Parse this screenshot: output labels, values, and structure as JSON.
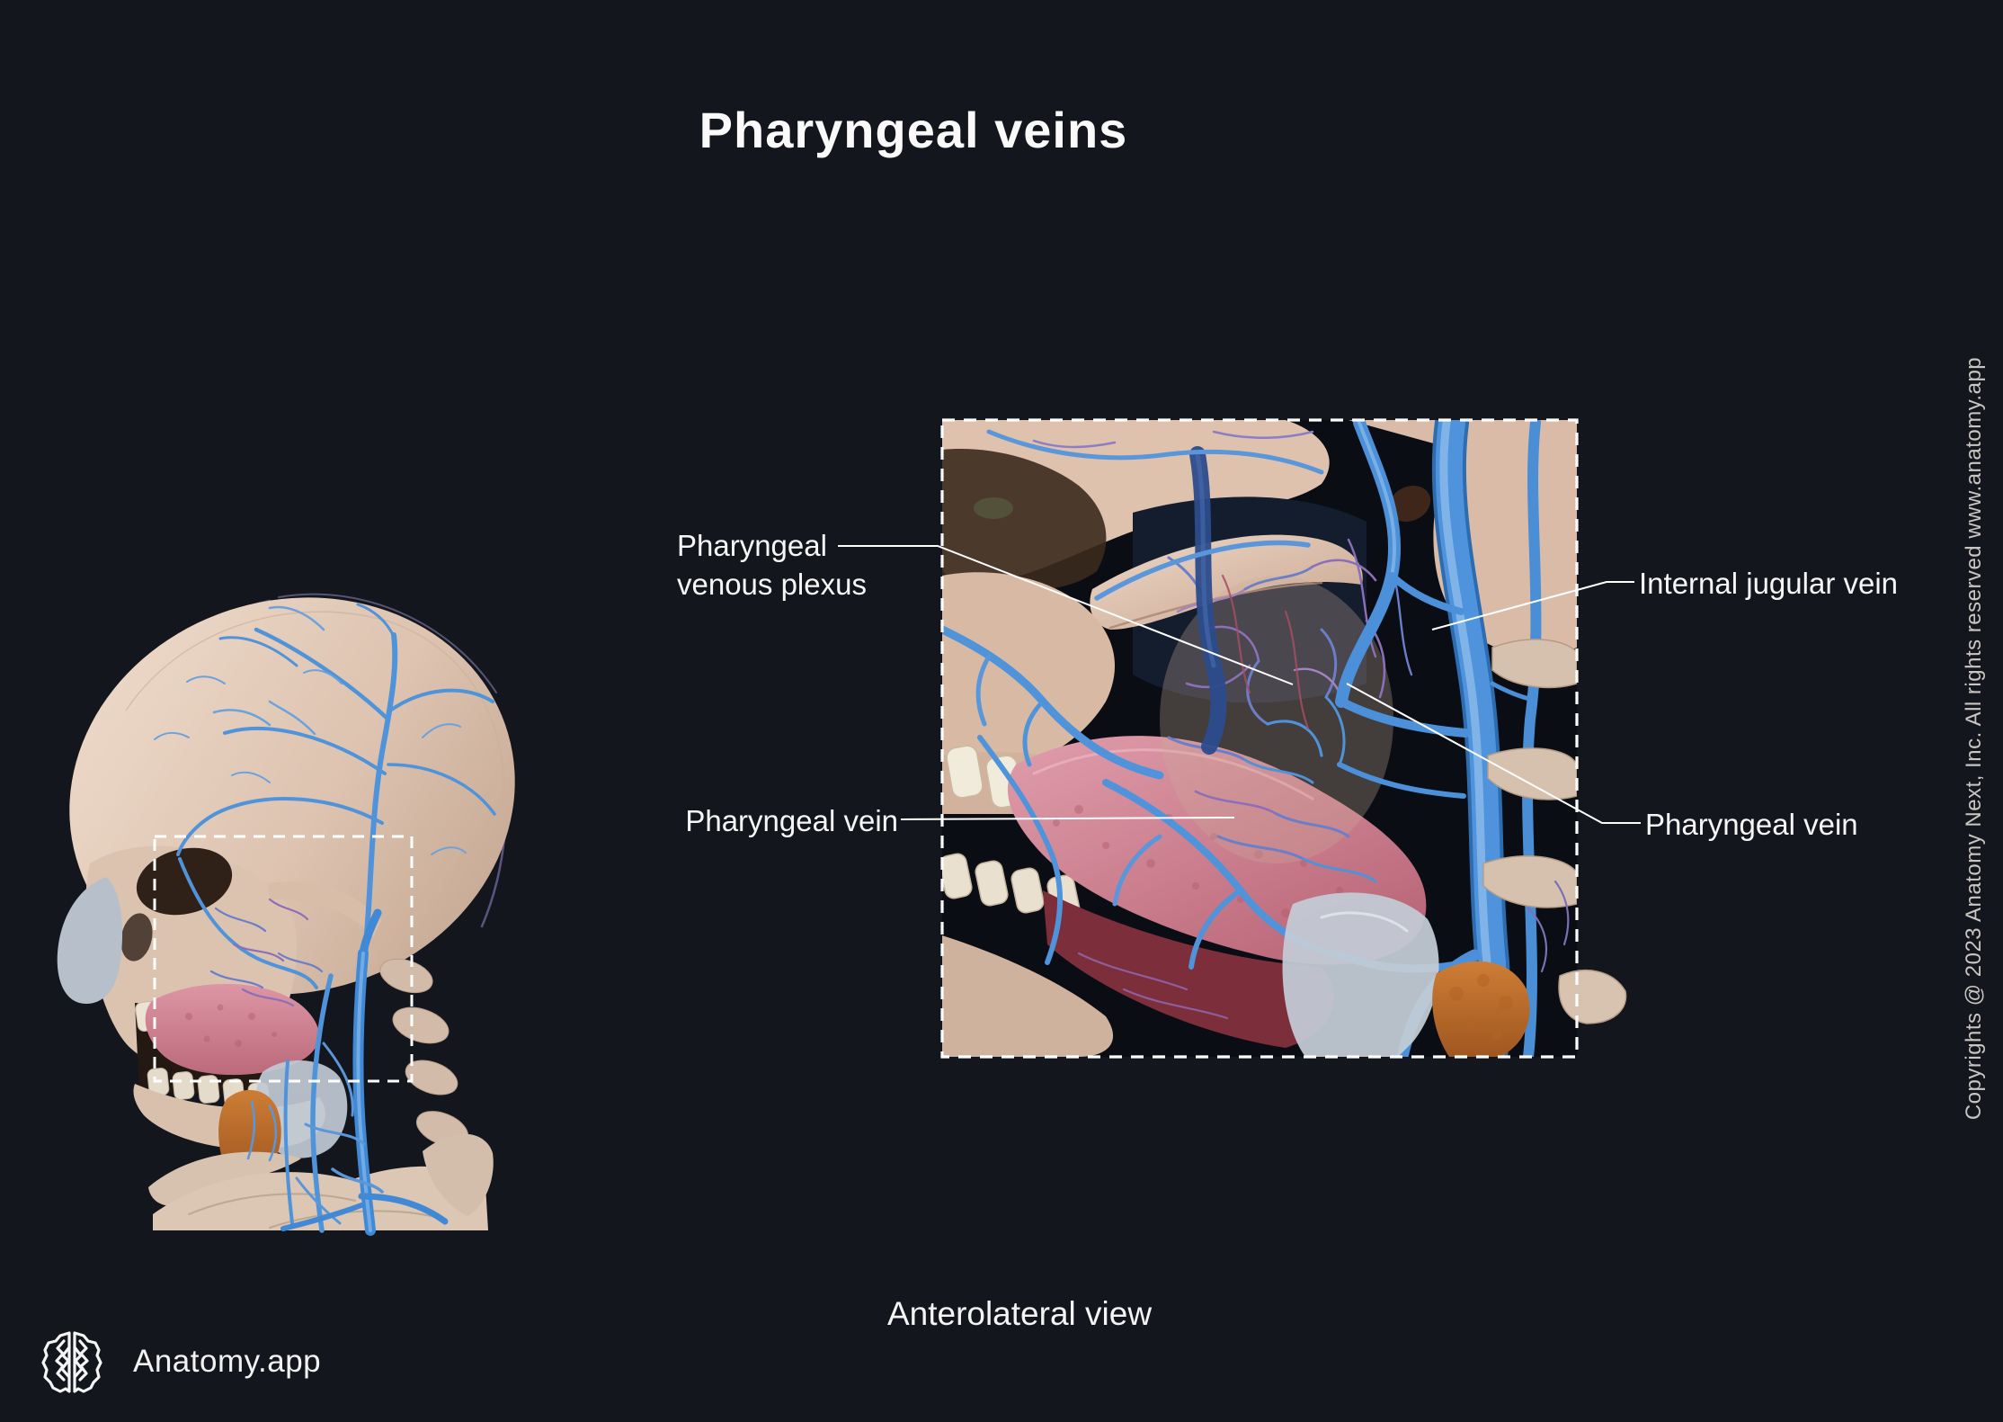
{
  "page": {
    "title": "Pharyngeal veins",
    "caption": "Anterolateral view",
    "background_color": "#14161d"
  },
  "branding": {
    "app_name": "Anatomy.app",
    "logo_icon": "brain-icon"
  },
  "copyright": {
    "text": "Copyrights @ 2023 Anatomy Next, Inc. All rights reserved www.anatomy.app"
  },
  "annotations": {
    "pharyngeal_venous_plexus": {
      "line1": "Pharyngeal",
      "line2": "venous plexus"
    },
    "pharyngeal_vein_left": {
      "text": "Pharyngeal vein"
    },
    "internal_jugular_vein": {
      "text": "Internal jugular vein"
    },
    "pharyngeal_vein_right": {
      "text": "Pharyngeal vein"
    }
  },
  "colors": {
    "background": "#14161d",
    "label_text": "#f6f6f6",
    "leader_line": "#ffffff",
    "dashed_border": "#ffffff",
    "vein_blue": "#4e92d9",
    "vein_purple": "#8b7ec6",
    "bone": "#e2cbb9",
    "tongue_pink": "#d78f9d",
    "thyroid_orange": "#c4762f",
    "larynx_gray": "#c3ccd6"
  }
}
